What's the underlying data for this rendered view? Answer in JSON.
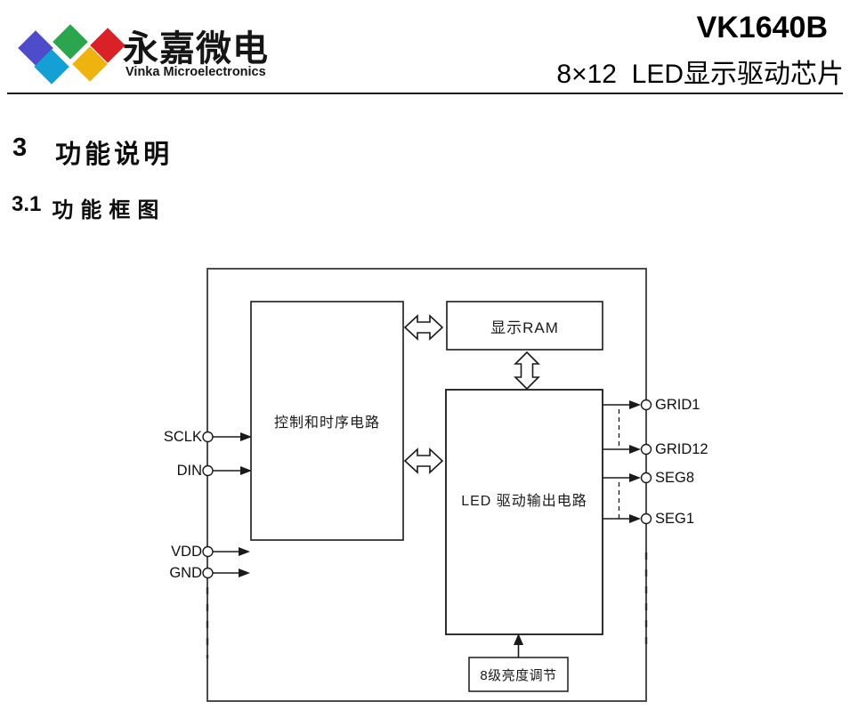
{
  "header": {
    "brand_cn": "永嘉微电",
    "brand_en": "Vinka Microelectronics",
    "part_number": "VK1640B",
    "subtitle": "8×12  LED显示驱动芯片",
    "logo_colors": {
      "blue": "#4F4CCB",
      "green": "#2CA64E",
      "red": "#DA2128",
      "cyan": "#14A0D4",
      "yellow": "#EFB310"
    }
  },
  "sections": {
    "h1_number": "3",
    "h1_title": "功能说明",
    "h2_number": "3.1",
    "h2_title": "功能框图"
  },
  "diagram": {
    "blocks": {
      "control": "控制和时序电路",
      "ram": "显示RAM",
      "led_driver": "LED 驱动输出电路",
      "brightness": "8级亮度调节"
    },
    "pins_left": [
      {
        "label": "SCLK"
      },
      {
        "label": "DIN"
      },
      {
        "label": "VDD"
      },
      {
        "label": "GND"
      }
    ],
    "pins_right": [
      {
        "label": "GRID1"
      },
      {
        "label": "GRID12"
      },
      {
        "label": "SEG8"
      },
      {
        "label": "SEG1"
      }
    ]
  }
}
